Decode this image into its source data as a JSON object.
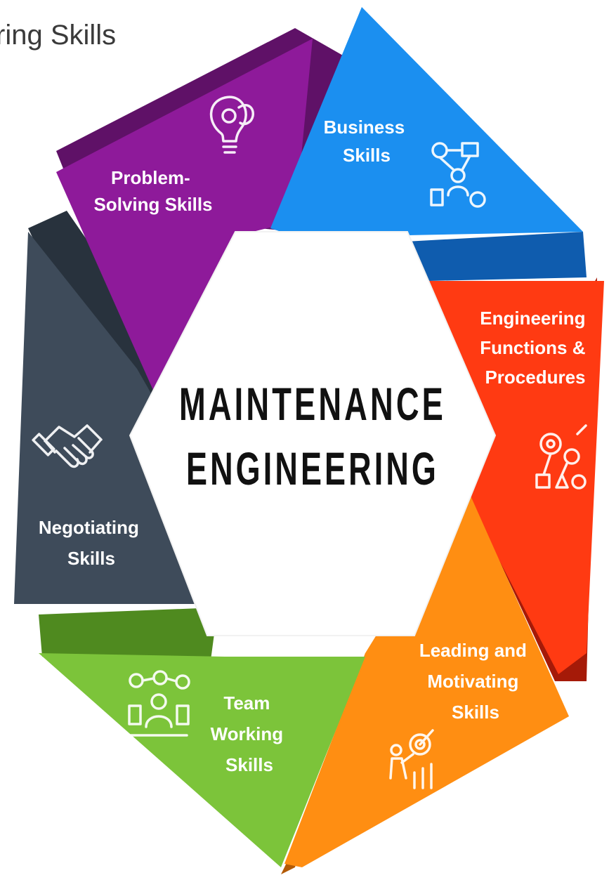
{
  "page": {
    "title_fragment": "ring Skills"
  },
  "center": {
    "line1": "MAINTENANCE",
    "line2": "ENGINEERING"
  },
  "segments": [
    {
      "lines": [
        "Problem-",
        "Solving Skills"
      ],
      "color": "#8e1a9a",
      "shade": "#5f1167",
      "icon": "bulb-gear-icon"
    },
    {
      "lines": [
        "Business",
        "Skills"
      ],
      "color": "#1b8ff0",
      "shade": "#0f5cae",
      "icon": "business-network-icon"
    },
    {
      "lines": [
        "Engineering",
        "Functions &",
        "Procedures"
      ],
      "color": "#ff3a12",
      "shade": "#a51a08",
      "icon": "process-gears-icon"
    },
    {
      "lines": [
        "Leading and",
        "Motivating",
        "Skills"
      ],
      "color": "#ff8e12",
      "shade": "#b35a05",
      "icon": "leader-target-icon"
    },
    {
      "lines": [
        "Team",
        "Working",
        "Skills"
      ],
      "color": "#7cc43a",
      "shade": "#4f8a1f",
      "icon": "team-group-icon"
    },
    {
      "lines": [
        "Negotiating",
        "Skills"
      ],
      "color": "#3e4b5a",
      "shade": "#28323d",
      "icon": "handshake-icon"
    }
  ]
}
